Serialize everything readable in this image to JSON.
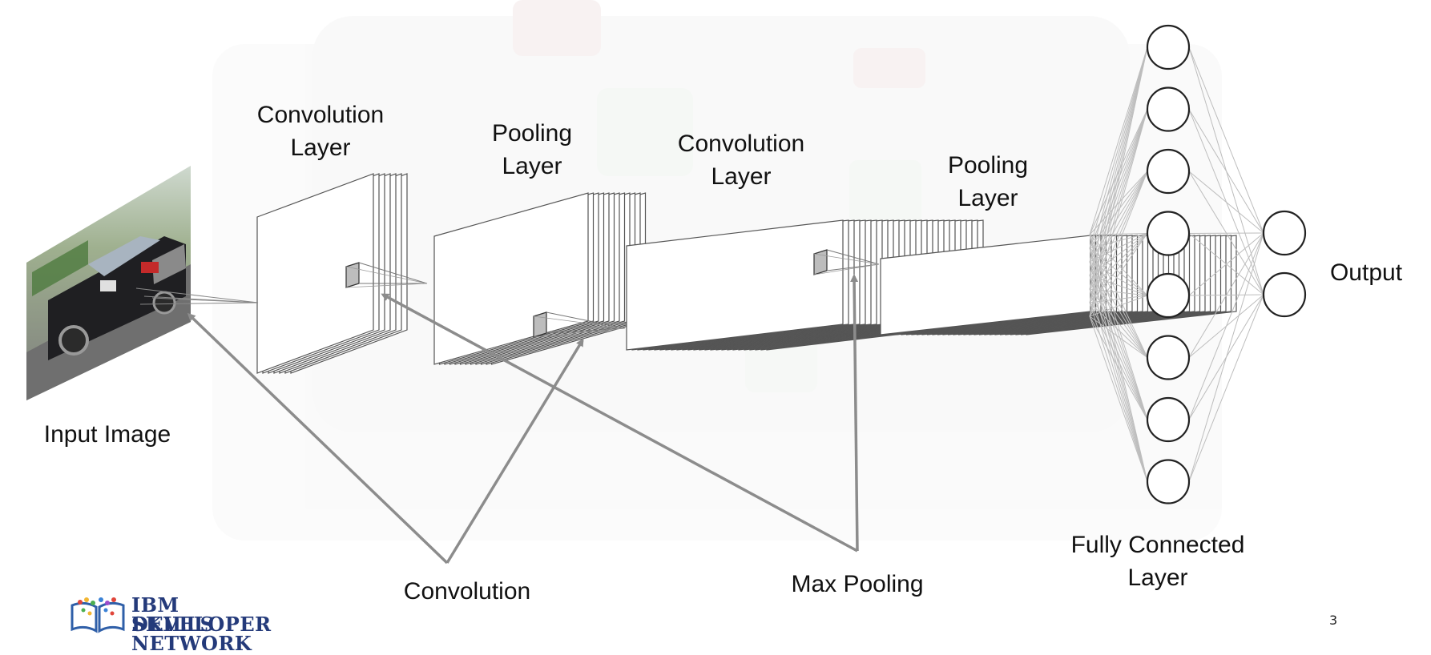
{
  "labels": {
    "input_image": "Input Image",
    "conv_layer_1": [
      "Convolution",
      "Layer"
    ],
    "pool_layer_1": [
      "Pooling",
      "Layer"
    ],
    "conv_layer_2": [
      "Convolution",
      "Layer"
    ],
    "pool_layer_2": [
      "Pooling",
      "Layer"
    ],
    "output": "Output",
    "fully_connected": [
      "Fully Connected",
      "Layer"
    ],
    "convolution": "Convolution",
    "max_pooling": "Max Pooling"
  },
  "logo": {
    "line1": "IBM DEVELOPER",
    "line2": "SKILLS NETWORK"
  },
  "page_number": "3",
  "network": {
    "hidden_neurons": 8,
    "output_neurons": 2
  },
  "colors": {
    "stroke": "#555555",
    "arrow": "#8c8c8c",
    "connection": "#bdbdbd",
    "logo_text": "#243a7a"
  }
}
